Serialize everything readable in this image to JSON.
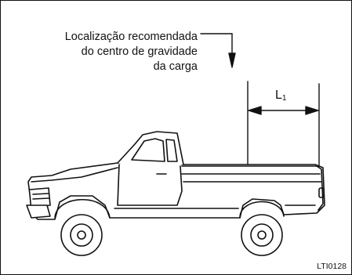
{
  "callout": {
    "line1": "Localização recomendada",
    "line2": "do centro de gravidade",
    "line3": "da carga"
  },
  "dimension": {
    "symbol": "L",
    "subscript": "1"
  },
  "figure_code": "LTI0128",
  "icons": [
    "pickup-truck-illustration",
    "down-arrow",
    "dimension-arrow"
  ],
  "colors": {
    "line": "#111111",
    "background": "#ffffff"
  }
}
